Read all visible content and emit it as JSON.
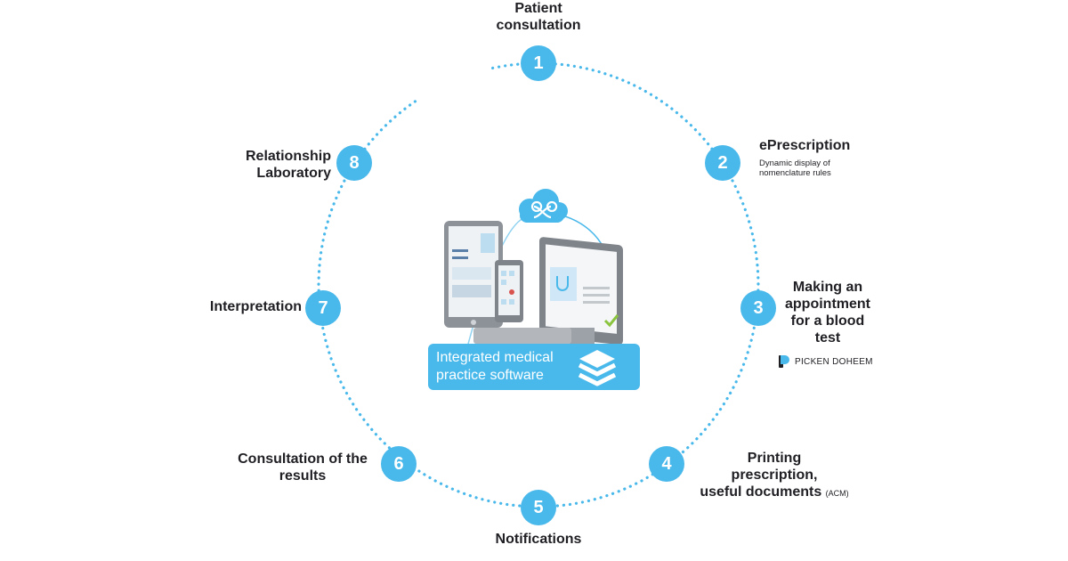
{
  "steps": [
    {
      "number": "1",
      "title_lines": [
        "Patient",
        "consultation"
      ]
    },
    {
      "number": "2",
      "title": "ePrescription",
      "desc_lines": [
        "Dynamic display of",
        "nomenclature rules"
      ]
    },
    {
      "number": "3",
      "title_lines": [
        "Making an",
        "appointment",
        "for a blood",
        "test"
      ]
    },
    {
      "number": "4",
      "title_lines": [
        "Printing",
        "prescription,",
        "useful documents"
      ],
      "suffix": "(ACM)"
    },
    {
      "number": "5",
      "title": "Notifications"
    },
    {
      "number": "6",
      "title_lines": [
        "Consultation of the",
        "results"
      ]
    },
    {
      "number": "7",
      "title": "Interpretation"
    },
    {
      "number": "8",
      "title_lines": [
        "Relationship",
        "Laboratory"
      ]
    }
  ],
  "center": {
    "label_lines": [
      "Integrated medical",
      "practice software"
    ]
  },
  "partner": {
    "name": "PICKEN DOHEEM"
  },
  "colors": {
    "accent": "#49b8ea",
    "text": "#1f1f24",
    "device": "#8d9198"
  }
}
